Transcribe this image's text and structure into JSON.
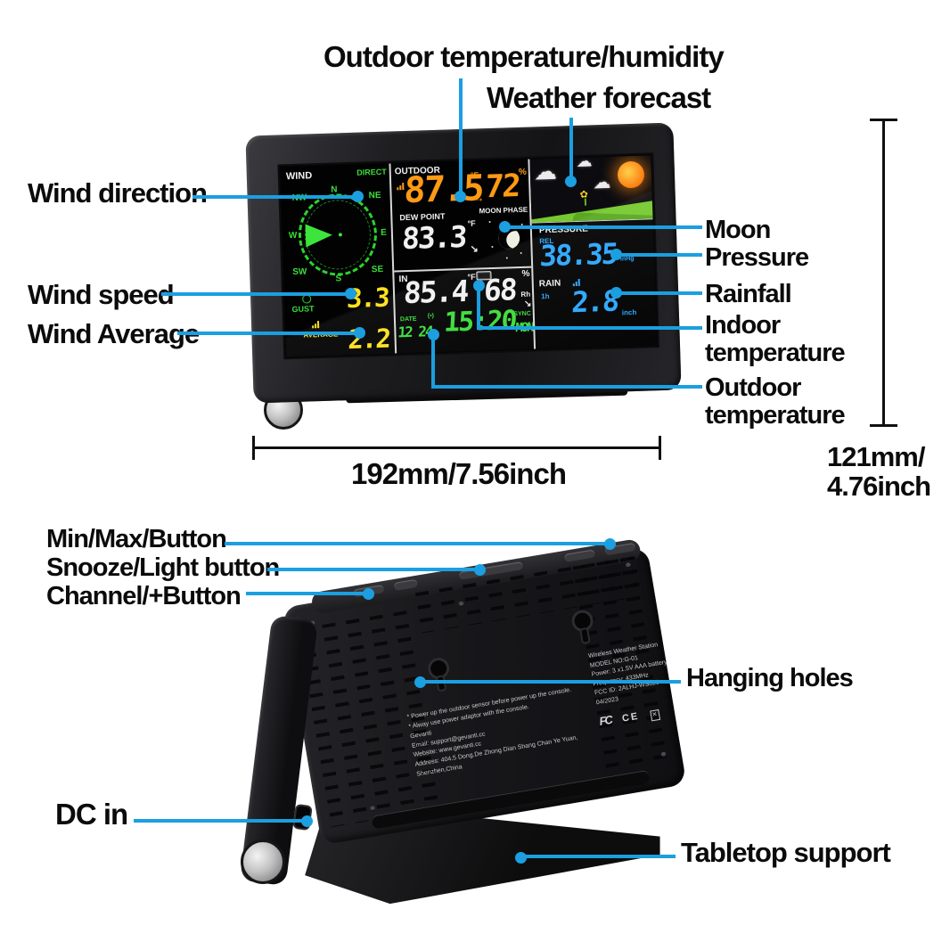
{
  "colors": {
    "accent_blue": "#1b9fe0",
    "display_orange": "#ff9a14",
    "display_yellow": "#ffe11c",
    "display_green": "#3bdd39",
    "display_blue": "#2ba7ff"
  },
  "front": {
    "label_outdoor_th": "Outdoor temperature/humidity",
    "label_weather_forecast": "Weather forecast",
    "label_wind_direction": "Wind direction",
    "label_wind_speed": "Wind speed",
    "label_wind_average": "Wind Average",
    "label_moon": "Moon",
    "label_pressure": "Pressure",
    "label_rainfall": "Rainfall",
    "label_indoor_1": "Indoor",
    "label_indoor_2": "temperature",
    "label_outdoor_1": "Outdoor",
    "label_outdoor_2": "temperature",
    "dim_width": "192mm/7.56inch",
    "dim_height_1": "121mm/",
    "dim_height_2": "4.76inch"
  },
  "display": {
    "wind": {
      "title": "WIND",
      "direct": "DIRECT",
      "n": "N",
      "ne": "NE",
      "e": "E",
      "se": "SE",
      "s": "S",
      "sw": "SW",
      "w": "W",
      "nw": "NW",
      "gust_label": "GUST",
      "gust_value": "3.3",
      "avg_label": "AVERAGE",
      "avg_value": "2.2"
    },
    "outdoor": {
      "title": "OUTDOOR",
      "temp": "87.5",
      "temp_unit": "°F",
      "trend": "→",
      "humidity": "72",
      "humidity_unit": "%"
    },
    "dew": {
      "title": "DEW POINT",
      "value": "83.3",
      "unit": "°F",
      "trend": "↘"
    },
    "moon": {
      "title": "MOON PHASE"
    },
    "indoor": {
      "title": "IN",
      "temp": "85.4",
      "temp_unit": "°F",
      "humidity": "68",
      "humidity_unit": "%",
      "rh": "Rh",
      "trend": "↘",
      "sync": "SYNC"
    },
    "clock": {
      "date_label": "DATE",
      "date": "12 24.",
      "rf": "(•)",
      "time": "15:20",
      "weekday": "MON"
    },
    "pressure": {
      "title": "PRESSURE",
      "rel": "REL",
      "value": "38.35",
      "unit": "inHg"
    },
    "rain": {
      "title": "RAIN",
      "period": "1h",
      "value": "2.8",
      "unit": "inch"
    }
  },
  "back": {
    "label_minmax": "Min/Max/Button",
    "label_snooze": "Snooze/Light button",
    "label_channel": "Channel/+Button",
    "label_hanging": "Hanging holes",
    "label_dc": "DC in",
    "label_tabletop": "Tabletop support",
    "print_left": [
      "* Power up the outdoor sensor before power up the console.",
      "* Alway use power adaptor with the console.",
      "Gevanti",
      "Email: support@gevanti.cc",
      "Website: www.gevanti.cc",
      "Address: 404.5 Dong.De Zhong Dian Shang Chan Ye Yuan,",
      "Shenzhen,China"
    ],
    "print_right": [
      "Wireless Weather Station",
      "MODEL NO:G-01",
      "Power: 3 x1.5V AAA battery",
      "Frequency: 433MHz",
      "FCC ID: 2ALHJ-WS020",
      "04/2023"
    ],
    "logo_fcc": "FC",
    "logo_ce": "CE",
    "logo_weee": "✕"
  }
}
